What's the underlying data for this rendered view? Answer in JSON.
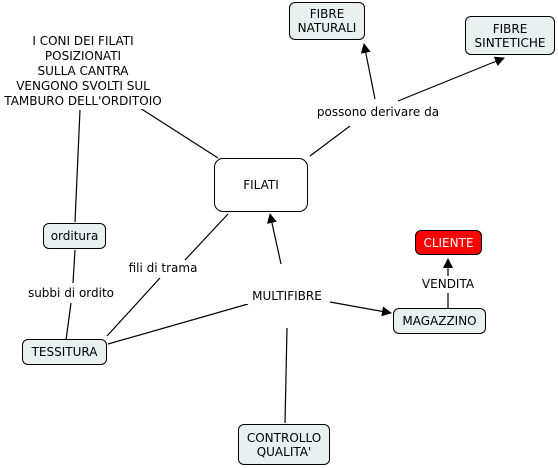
{
  "concepts": {
    "filati": "FILATI",
    "fibre_naturali": "FIBRE\nNATURALI",
    "fibre_sintetiche": "FIBRE\nSINTETICHE",
    "orditura": "orditura",
    "tessitura": "TESSITURA",
    "cliente": "CLIENTE",
    "magazzino": "MAGAZZINO",
    "controllo": "CONTROLLO\nQUALITA'"
  },
  "labels": {
    "coni": "I CONI DEI FILATI\nPOSIZIONATI\nSULLA CANTRA\nVENGONO SVOLTI SUL\nTAMBURO DELL'ORDITOIO",
    "derivare": "possono derivare da",
    "trama": "fili di trama",
    "ordito": "subbi di ordito",
    "multifibre": "MULTIFIBRE",
    "vendita": "VENDITA"
  },
  "colors": {
    "concept_bg": "#e8f0f0",
    "highlight": "#ff0000"
  }
}
